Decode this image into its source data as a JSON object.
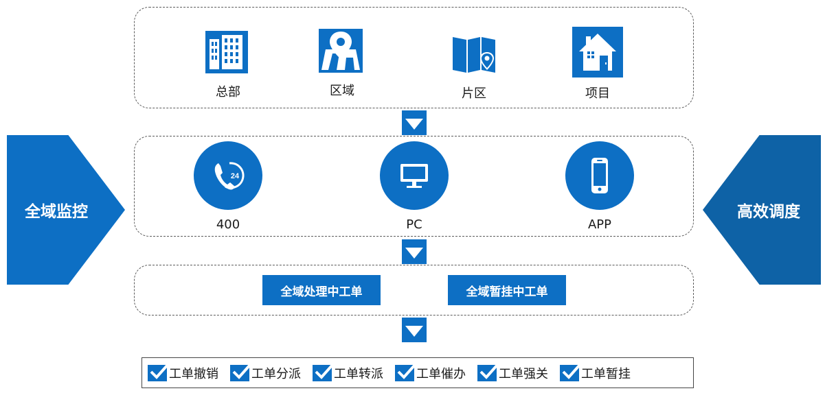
{
  "left_arrow_label": "全域监控",
  "right_arrow_label": "高效调度",
  "levels": [
    {
      "label": "总部",
      "icon": "office-building-icon"
    },
    {
      "label": "区域",
      "icon": "map-pin-icon"
    },
    {
      "label": "片区",
      "icon": "folded-map-icon"
    },
    {
      "label": "项目",
      "icon": "house-icon"
    }
  ],
  "channels": [
    {
      "label": "400",
      "icon": "phone-24-icon"
    },
    {
      "label": "PC",
      "icon": "monitor-icon"
    },
    {
      "label": "APP",
      "icon": "smartphone-icon"
    }
  ],
  "work_orders": {
    "processing": "全域处理中工单",
    "suspended": "全域暂挂中工单"
  },
  "operations": [
    "工单撤销",
    "工单分派",
    "工单转派",
    "工单催办",
    "工单强关",
    "工单暂挂"
  ],
  "colors": {
    "primary": "#0D6FC4",
    "secondary": "#0E62A6",
    "border": "#5a5a5a"
  }
}
